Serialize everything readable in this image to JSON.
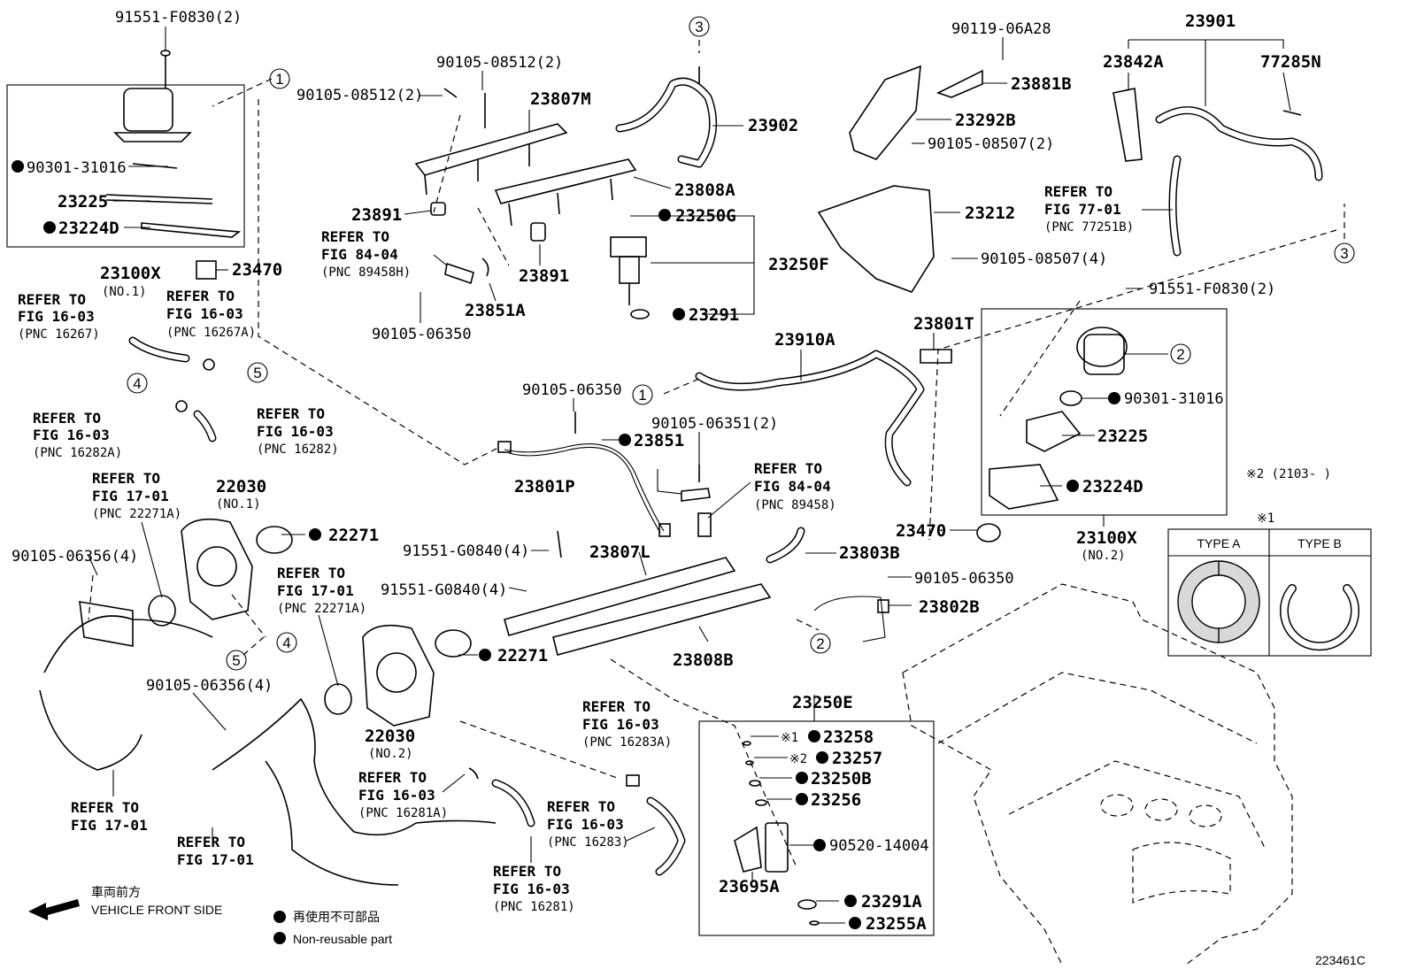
{
  "labels": {
    "pn_91551_f0830_top": "91551-F0830(2)",
    "pn_90105_08512_a": "90105-08512(2)",
    "pn_90105_08512_b": "90105-08512(2)",
    "pn_90301_31016_a": "90301-31016",
    "pn_23225_a": "23225",
    "pn_23224d_a": "23224D",
    "pn_23100x_no1": "23100X",
    "sub_no1": "(NO.1)",
    "pn_23470_a": "23470",
    "pn_23807m": "23807M",
    "pn_23808a": "23808A",
    "pn_23891_a": "23891",
    "pn_23891_b": "23891",
    "pn_23851a": "23851A",
    "pn_90105_06350_a": "90105-06350",
    "pn_23902": "23902",
    "pn_23250g": "23250G",
    "pn_23250f": "23250F",
    "pn_23291": "23291",
    "pn_90119_06a28": "90119-06A28",
    "pn_23881b": "23881B",
    "pn_23292b": "23292B",
    "pn_90105_08507_2": "90105-08507(2)",
    "pn_23212": "23212",
    "pn_90105_08507_4": "90105-08507(4)",
    "pn_23901": "23901",
    "pn_23842a": "23842A",
    "pn_77285n": "77285N",
    "pn_91551_f0830_right": "91551-F0830(2)",
    "pn_23801t": "23801T",
    "pn_23910a": "23910A",
    "pn_90105_06350_b": "90105-06350",
    "pn_90105_06351": "90105-06351(2)",
    "pn_23851": "23851",
    "pn_23801p": "23801P",
    "pn_90301_31016_b": "90301-31016",
    "pn_23225_b": "23225",
    "pn_23224d_b": "23224D",
    "pn_23470_b": "23470",
    "pn_23100x_no2": "23100X",
    "sub_no2": "(NO.2)",
    "pn_22030_no1": "22030",
    "pn_22030_no2": "22030",
    "pn_22271_a": "22271",
    "pn_22271_b": "22271",
    "pn_90105_06356_a": "90105-06356(4)",
    "pn_90105_06356_b": "90105-06356(4)",
    "pn_91551_g0840_a": "91551-G0840(4)",
    "pn_91551_g0840_b": "91551-G0840(4)",
    "pn_23807l": "23807L",
    "pn_23808b": "23808B",
    "pn_23803b": "23803B",
    "pn_90105_06350_c": "90105-06350",
    "pn_23802b": "23802B",
    "pn_23250e": "23250E",
    "pn_23258": "23258",
    "pn_23257": "23257",
    "pn_23250b": "23250B",
    "pn_23256": "23256",
    "pn_90520_14004": "90520-14004",
    "pn_23695a": "23695A",
    "pn_23291a": "23291A",
    "pn_23255a": "23255A",
    "note_x2_2103": "※2 (2103-   )",
    "note_x1": "※1",
    "note_x1_small": "※1",
    "note_x2_small": "※2",
    "type_a": "TYPE A",
    "type_b": "TYPE B",
    "veh_front_jp": "車両前方",
    "veh_front_en": "VEHICLE FRONT SIDE",
    "nonreuse_jp": "再使用不可部品",
    "nonreuse_en": "Non-reusable part",
    "figure_id": "223461C",
    "refer_to": "REFER TO",
    "fig_84_04": "FIG 84-04",
    "pnc_89458h": "(PNC 89458H)",
    "pnc_89458": "(PNC 89458)",
    "fig_16_03": "FIG 16-03",
    "pnc_16267": "(PNC 16267)",
    "pnc_16267a": "(PNC 16267A)",
    "pnc_16282a": "(PNC 16282A)",
    "pnc_16282": "(PNC 16282)",
    "fig_17_01": "FIG 17-01",
    "pnc_22271a": "(PNC 22271A)",
    "fig_77_01": "FIG 77-01",
    "pnc_77251b": "(PNC 77251B)",
    "pnc_16283a": "(PNC 16283A)",
    "pnc_16281a": "(PNC 16281A)",
    "pnc_16283": "(PNC 16283)",
    "pnc_16281": "(PNC 16281)",
    "c1": "1",
    "c2": "2",
    "c3": "3",
    "c4": "4",
    "c5": "5"
  }
}
